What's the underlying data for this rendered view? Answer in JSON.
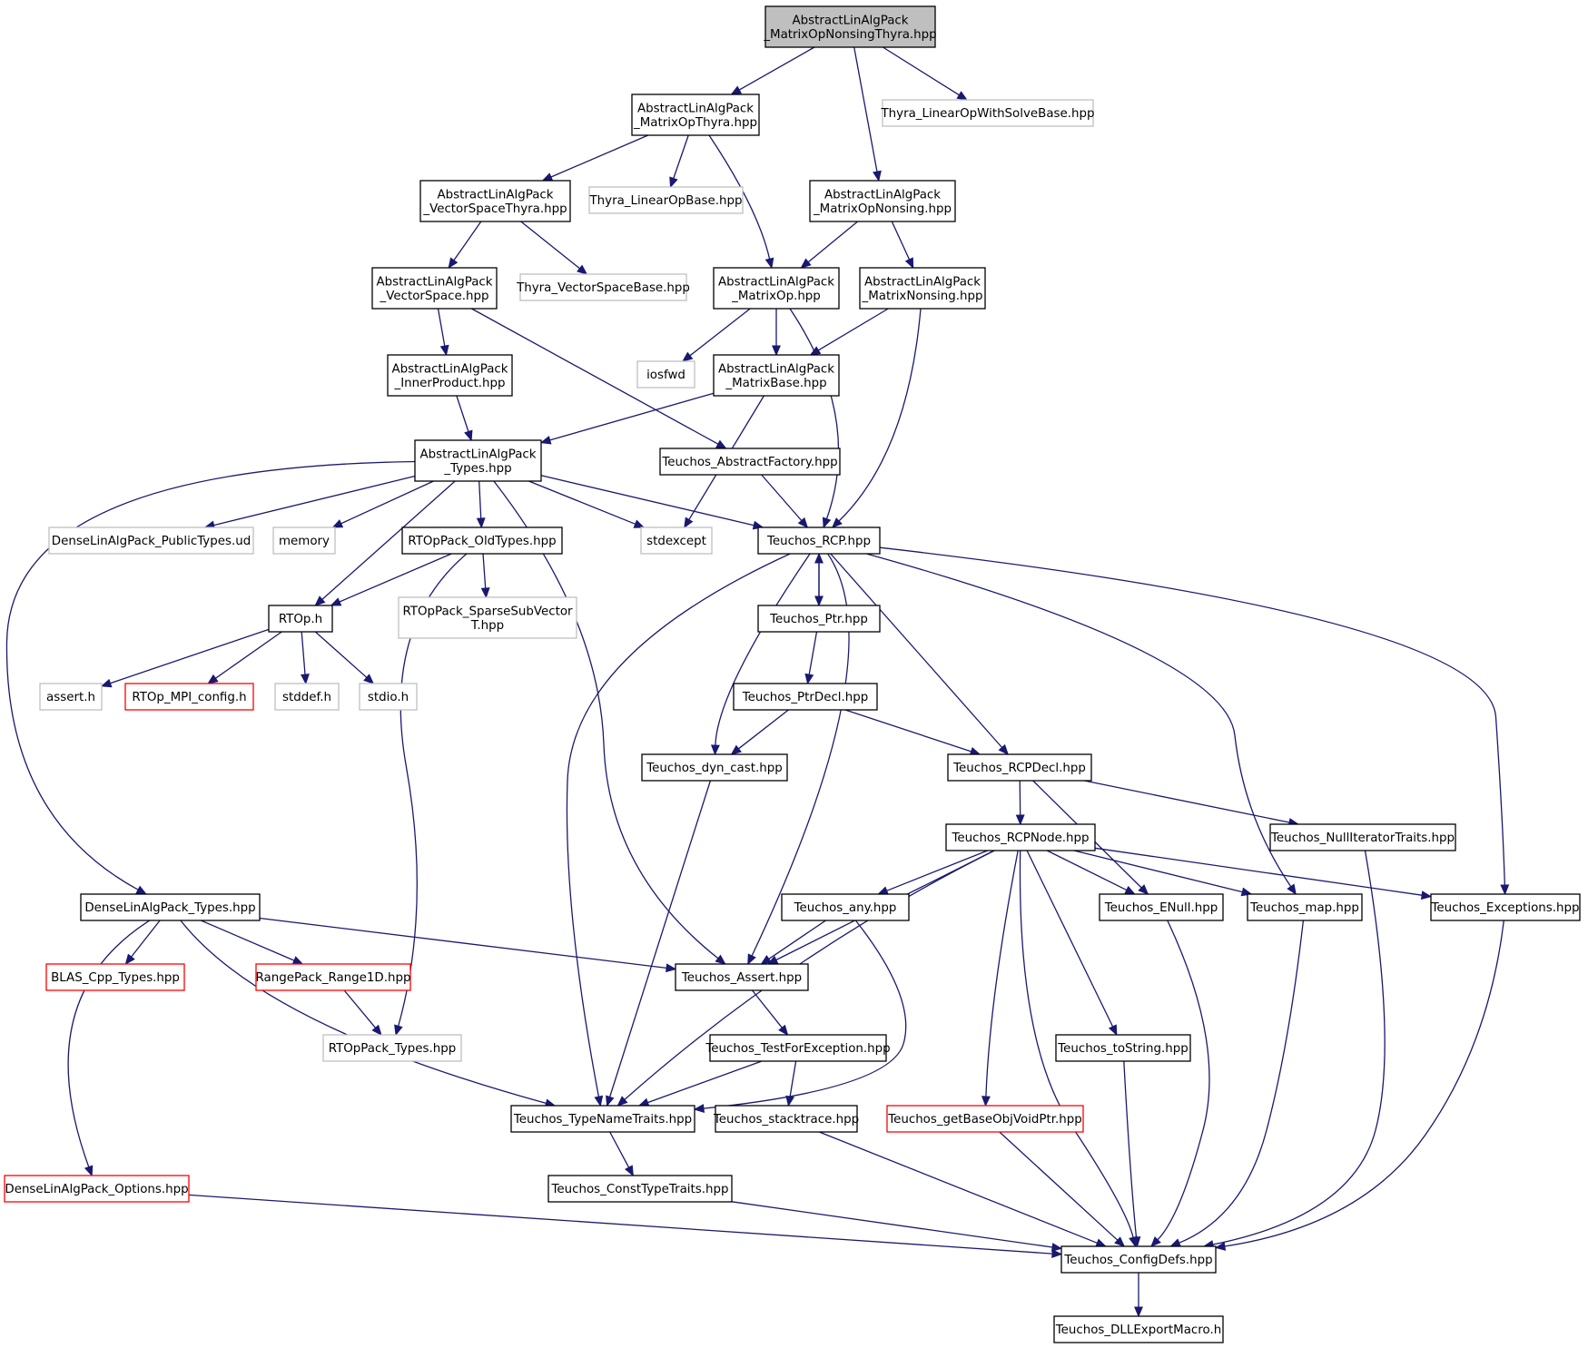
{
  "colors": {
    "edge": "#191970",
    "root_fill": "#bfbfbf",
    "documented_border": "#000000",
    "undocumented_border": "#bfbfbf",
    "truncated_border": "#ff0000",
    "text": "#000000"
  },
  "nodes": [
    {
      "id": "root",
      "lines": [
        "AbstractLinAlgPack",
        "_MatrixOpNonsingThyra.hpp"
      ],
      "style": "root"
    },
    {
      "id": "matrixopthyra",
      "lines": [
        "AbstractLinAlgPack",
        "_MatrixOpThyra.hpp"
      ],
      "style": "doc"
    },
    {
      "id": "thyra_lowsb",
      "lines": [
        "Thyra_LinearOpWithSolveBase.hpp"
      ],
      "style": "undoc"
    },
    {
      "id": "vectorspacethyra",
      "lines": [
        "AbstractLinAlgPack",
        "_VectorSpaceThyra.hpp"
      ],
      "style": "doc"
    },
    {
      "id": "thyra_lob",
      "lines": [
        "Thyra_LinearOpBase.hpp"
      ],
      "style": "undoc"
    },
    {
      "id": "matrixopnonsing",
      "lines": [
        "AbstractLinAlgPack",
        "_MatrixOpNonsing.hpp"
      ],
      "style": "doc"
    },
    {
      "id": "vectorspace",
      "lines": [
        "AbstractLinAlgPack",
        "_VectorSpace.hpp"
      ],
      "style": "doc"
    },
    {
      "id": "thyra_vsb",
      "lines": [
        "Thyra_VectorSpaceBase.hpp"
      ],
      "style": "undoc"
    },
    {
      "id": "matrixop",
      "lines": [
        "AbstractLinAlgPack",
        "_MatrixOp.hpp"
      ],
      "style": "doc"
    },
    {
      "id": "matrixnonsing",
      "lines": [
        "AbstractLinAlgPack",
        "_MatrixNonsing.hpp"
      ],
      "style": "doc"
    },
    {
      "id": "innerproduct",
      "lines": [
        "AbstractLinAlgPack",
        "_InnerProduct.hpp"
      ],
      "style": "doc"
    },
    {
      "id": "iosfwd",
      "lines": [
        "iosfwd"
      ],
      "style": "undoc"
    },
    {
      "id": "matrixbase",
      "lines": [
        "AbstractLinAlgPack",
        "_MatrixBase.hpp"
      ],
      "style": "doc"
    },
    {
      "id": "types",
      "lines": [
        "AbstractLinAlgPack",
        "_Types.hpp"
      ],
      "style": "doc"
    },
    {
      "id": "abstractfactory",
      "lines": [
        "Teuchos_AbstractFactory.hpp"
      ],
      "style": "doc"
    },
    {
      "id": "publictypes",
      "lines": [
        "DenseLinAlgPack_PublicTypes.ud"
      ],
      "style": "undoc"
    },
    {
      "id": "memory",
      "lines": [
        "memory"
      ],
      "style": "undoc"
    },
    {
      "id": "oldtypes",
      "lines": [
        "RTOpPack_OldTypes.hpp"
      ],
      "style": "doc"
    },
    {
      "id": "stdexcept",
      "lines": [
        "stdexcept"
      ],
      "style": "undoc"
    },
    {
      "id": "rcp",
      "lines": [
        "Teuchos_RCP.hpp"
      ],
      "style": "doc"
    },
    {
      "id": "rtoph",
      "lines": [
        "RTOp.h"
      ],
      "style": "doc"
    },
    {
      "id": "sparsesub",
      "lines": [
        "RTOpPack_SparseSubVector",
        "T.hpp"
      ],
      "style": "undoc"
    },
    {
      "id": "ptr",
      "lines": [
        "Teuchos_Ptr.hpp"
      ],
      "style": "doc"
    },
    {
      "id": "asserth",
      "lines": [
        "assert.h"
      ],
      "style": "undoc"
    },
    {
      "id": "mpiconfig",
      "lines": [
        "RTOp_MPI_config.h"
      ],
      "style": "trunc"
    },
    {
      "id": "stddef",
      "lines": [
        "stddef.h"
      ],
      "style": "undoc"
    },
    {
      "id": "stdio",
      "lines": [
        "stdio.h"
      ],
      "style": "undoc"
    },
    {
      "id": "ptrdecl",
      "lines": [
        "Teuchos_PtrDecl.hpp"
      ],
      "style": "doc"
    },
    {
      "id": "dyncast",
      "lines": [
        "Teuchos_dyn_cast.hpp"
      ],
      "style": "doc"
    },
    {
      "id": "rcpdecl",
      "lines": [
        "Teuchos_RCPDecl.hpp"
      ],
      "style": "doc"
    },
    {
      "id": "rcpnode",
      "lines": [
        "Teuchos_RCPNode.hpp"
      ],
      "style": "doc"
    },
    {
      "id": "nulliter",
      "lines": [
        "Teuchos_NullIteratorTraits.hpp"
      ],
      "style": "doc"
    },
    {
      "id": "denselatypes",
      "lines": [
        "DenseLinAlgPack_Types.hpp"
      ],
      "style": "doc"
    },
    {
      "id": "any",
      "lines": [
        "Teuchos_any.hpp"
      ],
      "style": "doc"
    },
    {
      "id": "enull",
      "lines": [
        "Teuchos_ENull.hpp"
      ],
      "style": "doc"
    },
    {
      "id": "map",
      "lines": [
        "Teuchos_map.hpp"
      ],
      "style": "doc"
    },
    {
      "id": "exceptions",
      "lines": [
        "Teuchos_Exceptions.hpp"
      ],
      "style": "doc"
    },
    {
      "id": "blas",
      "lines": [
        "BLAS_Cpp_Types.hpp"
      ],
      "style": "trunc"
    },
    {
      "id": "range1d",
      "lines": [
        "RangePack_Range1D.hpp"
      ],
      "style": "trunc"
    },
    {
      "id": "assert",
      "lines": [
        "Teuchos_Assert.hpp"
      ],
      "style": "doc"
    },
    {
      "id": "rtoptypes",
      "lines": [
        "RTOpPack_Types.hpp"
      ],
      "style": "undoc"
    },
    {
      "id": "testforexc",
      "lines": [
        "Teuchos_TestForException.hpp"
      ],
      "style": "doc"
    },
    {
      "id": "tostring",
      "lines": [
        "Teuchos_toString.hpp"
      ],
      "style": "doc"
    },
    {
      "id": "typename",
      "lines": [
        "Teuchos_TypeNameTraits.hpp"
      ],
      "style": "doc"
    },
    {
      "id": "stacktrace",
      "lines": [
        "Teuchos_stacktrace.hpp"
      ],
      "style": "doc"
    },
    {
      "id": "getbase",
      "lines": [
        "Teuchos_getBaseObjVoidPtr.hpp"
      ],
      "style": "trunc"
    },
    {
      "id": "options",
      "lines": [
        "DenseLinAlgPack_Options.hpp"
      ],
      "style": "trunc"
    },
    {
      "id": "consttype",
      "lines": [
        "Teuchos_ConstTypeTraits.hpp"
      ],
      "style": "doc"
    },
    {
      "id": "configdefs",
      "lines": [
        "Teuchos_ConfigDefs.hpp"
      ],
      "style": "doc"
    },
    {
      "id": "dllexport",
      "lines": [
        "Teuchos_DLLExportMacro.h"
      ],
      "style": "doc"
    }
  ],
  "edges": [
    [
      "root",
      "matrixopthyra"
    ],
    [
      "root",
      "matrixopnonsing"
    ],
    [
      "root",
      "thyra_lowsb"
    ],
    [
      "matrixopthyra",
      "vectorspacethyra"
    ],
    [
      "matrixopthyra",
      "thyra_lob"
    ],
    [
      "matrixopthyra",
      "matrixop"
    ],
    [
      "vectorspacethyra",
      "vectorspace"
    ],
    [
      "vectorspacethyra",
      "thyra_vsb"
    ],
    [
      "matrixopnonsing",
      "matrixop"
    ],
    [
      "matrixopnonsing",
      "matrixnonsing"
    ],
    [
      "vectorspace",
      "innerproduct"
    ],
    [
      "vectorspace",
      "abstractfactory"
    ],
    [
      "matrixop",
      "iosfwd"
    ],
    [
      "matrixop",
      "matrixbase"
    ],
    [
      "matrixop",
      "rcp"
    ],
    [
      "matrixnonsing",
      "matrixbase"
    ],
    [
      "matrixnonsing",
      "rcp"
    ],
    [
      "innerproduct",
      "types"
    ],
    [
      "matrixbase",
      "types"
    ],
    [
      "matrixbase",
      "stdexcept"
    ],
    [
      "abstractfactory",
      "rcp"
    ],
    [
      "types",
      "denselatypes"
    ],
    [
      "types",
      "publictypes"
    ],
    [
      "types",
      "memory"
    ],
    [
      "types",
      "rtoph"
    ],
    [
      "types",
      "oldtypes"
    ],
    [
      "types",
      "assert"
    ],
    [
      "types",
      "stdexcept"
    ],
    [
      "types",
      "rcp"
    ],
    [
      "oldtypes",
      "rtoph"
    ],
    [
      "oldtypes",
      "sparsesub"
    ],
    [
      "oldtypes",
      "rtoptypes"
    ],
    [
      "rtoph",
      "asserth"
    ],
    [
      "rtoph",
      "mpiconfig"
    ],
    [
      "rtoph",
      "stddef"
    ],
    [
      "rtoph",
      "stdio"
    ],
    [
      "rcp",
      "typename"
    ],
    [
      "rcp",
      "dyncast"
    ],
    [
      "rcp",
      "ptr"
    ],
    [
      "rcp",
      "assert"
    ],
    [
      "rcp",
      "rcpdecl"
    ],
    [
      "rcp",
      "map"
    ],
    [
      "rcp",
      "exceptions"
    ],
    [
      "ptr",
      "rcp"
    ],
    [
      "ptr",
      "ptrdecl"
    ],
    [
      "ptrdecl",
      "dyncast"
    ],
    [
      "ptrdecl",
      "rcpdecl"
    ],
    [
      "dyncast",
      "typename"
    ],
    [
      "rcpdecl",
      "rcpnode"
    ],
    [
      "rcpdecl",
      "enull"
    ],
    [
      "rcpdecl",
      "nulliter"
    ],
    [
      "rcpnode",
      "assert"
    ],
    [
      "rcpnode",
      "any"
    ],
    [
      "rcpnode",
      "typename"
    ],
    [
      "rcpnode",
      "getbase"
    ],
    [
      "rcpnode",
      "configdefs"
    ],
    [
      "rcpnode",
      "tostring"
    ],
    [
      "rcpnode",
      "enull"
    ],
    [
      "rcpnode",
      "map"
    ],
    [
      "rcpnode",
      "exceptions"
    ],
    [
      "nulliter",
      "configdefs"
    ],
    [
      "denselatypes",
      "blas"
    ],
    [
      "denselatypes",
      "range1d"
    ],
    [
      "denselatypes",
      "assert"
    ],
    [
      "denselatypes",
      "typename"
    ],
    [
      "denselatypes",
      "options"
    ],
    [
      "any",
      "assert"
    ],
    [
      "any",
      "typename"
    ],
    [
      "enull",
      "configdefs"
    ],
    [
      "map",
      "configdefs"
    ],
    [
      "exceptions",
      "configdefs"
    ],
    [
      "range1d",
      "rtoptypes"
    ],
    [
      "assert",
      "testforexc"
    ],
    [
      "testforexc",
      "typename"
    ],
    [
      "testforexc",
      "stacktrace"
    ],
    [
      "tostring",
      "configdefs"
    ],
    [
      "typename",
      "consttype"
    ],
    [
      "stacktrace",
      "configdefs"
    ],
    [
      "getbase",
      "configdefs"
    ],
    [
      "options",
      "configdefs"
    ],
    [
      "consttype",
      "configdefs"
    ],
    [
      "configdefs",
      "dllexport"
    ]
  ]
}
